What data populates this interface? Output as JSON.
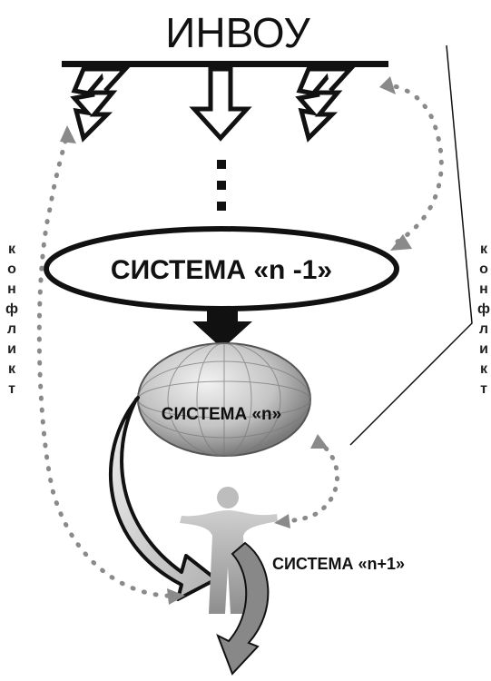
{
  "title": "ИНВОУ",
  "nodes": {
    "system_prev": "СИСТЕМА «n -1»",
    "system_current": "СИСТЕМА «n»",
    "system_next": "СИСТЕМА «n+1»"
  },
  "conflict_left": [
    "к",
    "о",
    "н",
    "ф",
    "л",
    "и",
    "к",
    "т"
  ],
  "conflict_right": [
    "к",
    "о",
    "н",
    "ф",
    "л",
    "и",
    "к",
    "т"
  ],
  "colors": {
    "ink": "#111111",
    "dotted": "#8a8a8a",
    "figure": "#9a9a9a",
    "globe": "#c8c8c8"
  }
}
